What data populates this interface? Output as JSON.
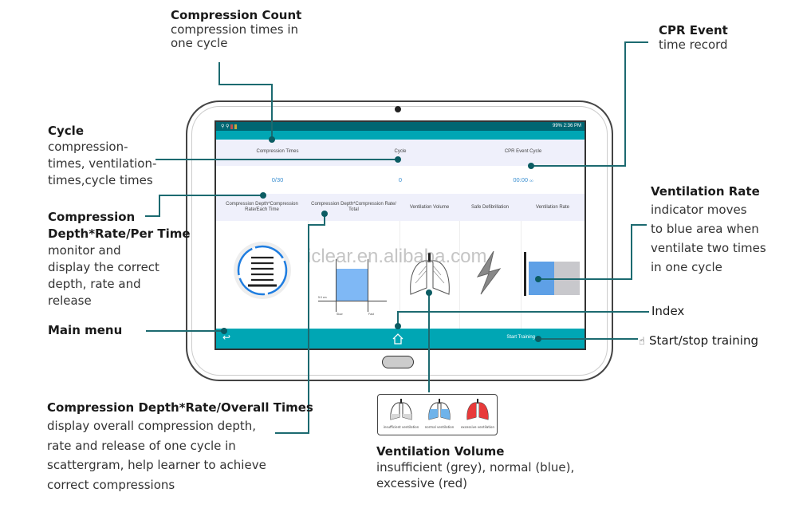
{
  "annotations": {
    "compression_count": {
      "title": "Compression Count",
      "body": [
        "compression times in",
        "one cycle"
      ]
    },
    "cpr_event": {
      "title": "CPR Event",
      "body": [
        "time record"
      ]
    },
    "cycle": {
      "title": "Cycle",
      "body": [
        "compression-",
        "times, ventilation-",
        "times,cycle times"
      ]
    },
    "compression_per_time": {
      "title": [
        "Compression",
        "Depth*Rate/Per Time"
      ],
      "body": [
        "monitor and",
        "display the correct",
        "depth, rate and",
        "release"
      ]
    },
    "main_menu": {
      "title": "Main menu"
    },
    "ventilation_rate": {
      "title": "Ventilation Rate",
      "body": [
        "indicator moves",
        "to blue area when",
        "ventilate two times",
        "in one cycle"
      ]
    },
    "index": {
      "title": "Index"
    },
    "start_stop": {
      "title": "Start/stop training"
    },
    "compression_overall": {
      "title": "Compression Depth*Rate/Overall Times",
      "body": [
        "display overall compression depth,",
        "rate and release of one cycle in",
        "scattergram, help learner to achieve",
        "correct compressions"
      ]
    },
    "ventilation_volume": {
      "title": "Ventilation Volume",
      "body": [
        "insufficient (grey), normal (blue),",
        "excessive (red)"
      ]
    }
  },
  "app": {
    "status_bar": {
      "time": "2:36 PM",
      "battery": "99%"
    },
    "summary_headers": [
      "Compression Times",
      "Cycle",
      "CPR Event Cycle"
    ],
    "summary_values": {
      "compression_times": "0/30",
      "cycle": "0",
      "cpr_event_time": "00:00",
      "cpr_event_ms": "00"
    },
    "panel_headers": [
      "Compression Depth*Compression Rate/Each Time",
      "Compression Depth*Compression Rate/ Total",
      "Ventilation Volume",
      "Safe Defibrillation",
      "Ventilation Rate"
    ],
    "scatter": {
      "depth_label": "5.0 cm",
      "x_left": "Slow",
      "x_right": "Fast"
    },
    "footer": {
      "start_training": "Start Training"
    }
  },
  "legend": {
    "items": [
      {
        "label": "insufficient ventilation",
        "color": "#d8d8d8"
      },
      {
        "label": "normal ventilation",
        "color": "#6fb3ea"
      },
      {
        "label": "excessive ventilation",
        "color": "#e83a3a"
      }
    ]
  },
  "colors": {
    "accent": "#00a6b4",
    "status_bar": "#006672",
    "leader": "#1c6a70",
    "value_blue": "#3a8fd1",
    "panel_bg": "#eff0fb"
  },
  "watermark": "iclear.en.alibaba.com"
}
